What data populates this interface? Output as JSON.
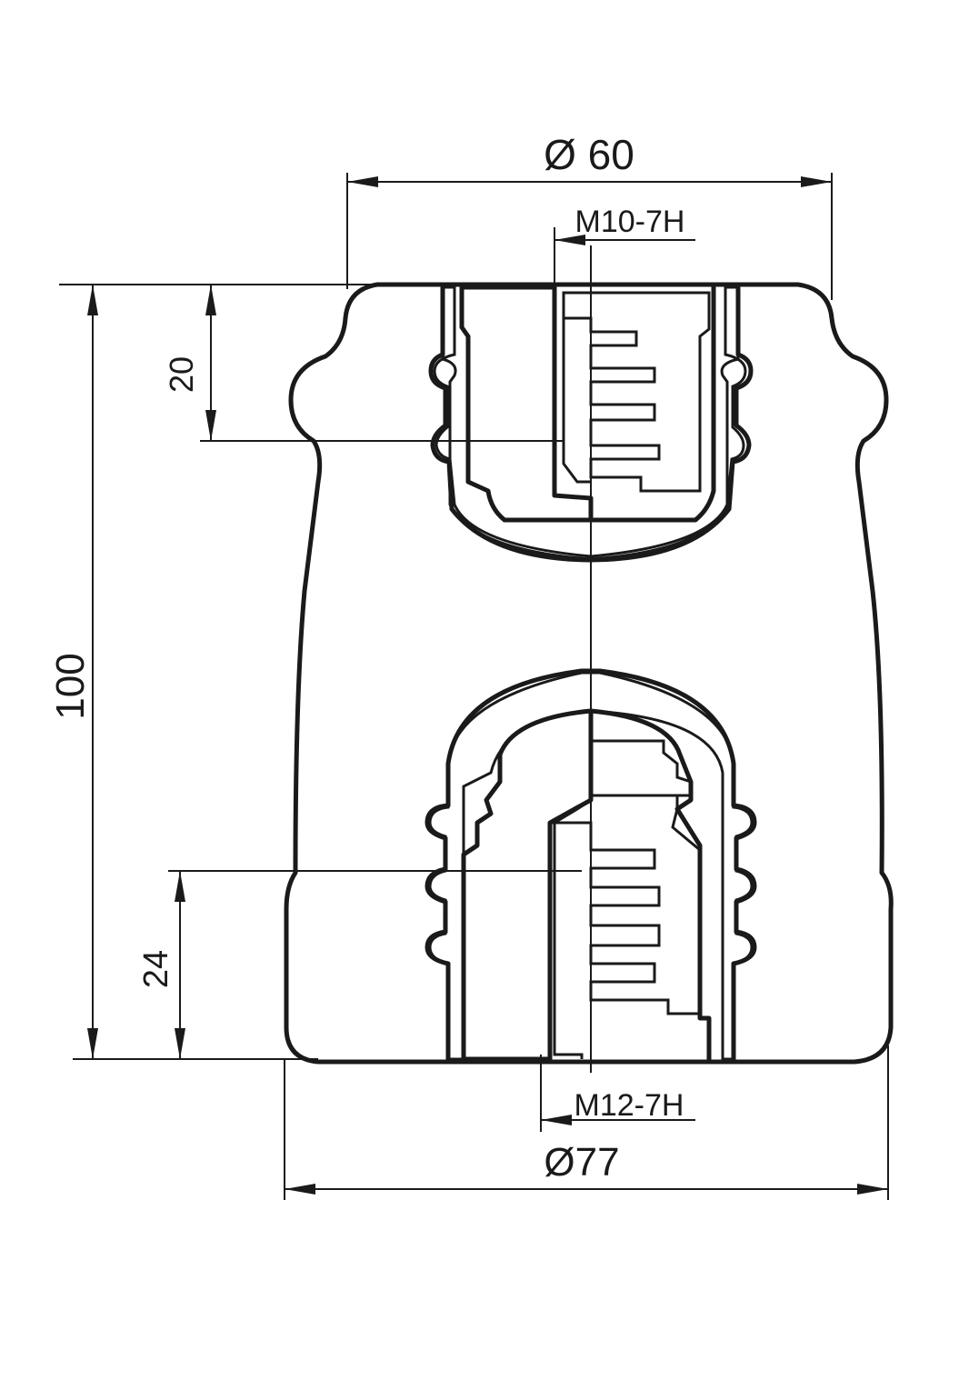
{
  "dimensions": {
    "top_diameter": "Ø 60",
    "top_thread": "M10-7H",
    "top_depth": "20",
    "height": "100",
    "bottom_depth": "24",
    "bottom_thread": "M12-7H",
    "bottom_diameter": "Ø77"
  },
  "colors": {
    "ink": "#1a1a1a",
    "paper": "#ffffff"
  }
}
